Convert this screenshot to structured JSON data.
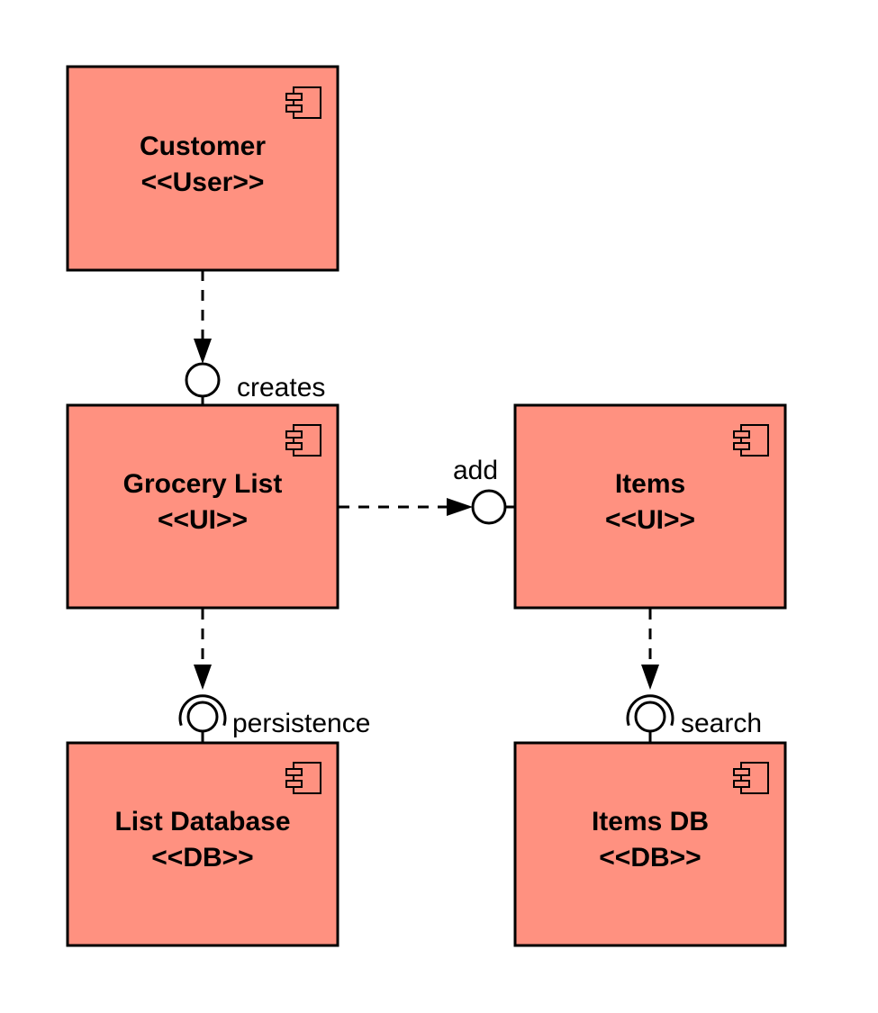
{
  "diagram": {
    "components": [
      {
        "id": "customer",
        "name": "Customer",
        "stereotype": "<<User>>"
      },
      {
        "id": "grocery-list",
        "name": "Grocery List",
        "stereotype": "<<UI>>"
      },
      {
        "id": "items",
        "name": "Items",
        "stereotype": "<<UI>>"
      },
      {
        "id": "list-database",
        "name": "List Database",
        "stereotype": "<<DB>>"
      },
      {
        "id": "items-db",
        "name": "Items DB",
        "stereotype": "<<DB>>"
      }
    ],
    "interfaces": [
      {
        "id": "creates",
        "label": "creates",
        "provider": "grocery-list",
        "consumer": "customer",
        "style": "lollipop"
      },
      {
        "id": "add",
        "label": "add",
        "provider": "items",
        "consumer": "grocery-list",
        "style": "lollipop"
      },
      {
        "id": "persistence",
        "label": "persistence",
        "provider": "list-database",
        "consumer": "grocery-list",
        "style": "ball-and-socket"
      },
      {
        "id": "search",
        "label": "search",
        "provider": "items-db",
        "consumer": "items",
        "style": "ball-and-socket"
      }
    ],
    "colors": {
      "component_fill": "#ff9180",
      "stroke": "#000000",
      "background": "#ffffff"
    },
    "icons": {
      "component": "component-icon"
    }
  }
}
